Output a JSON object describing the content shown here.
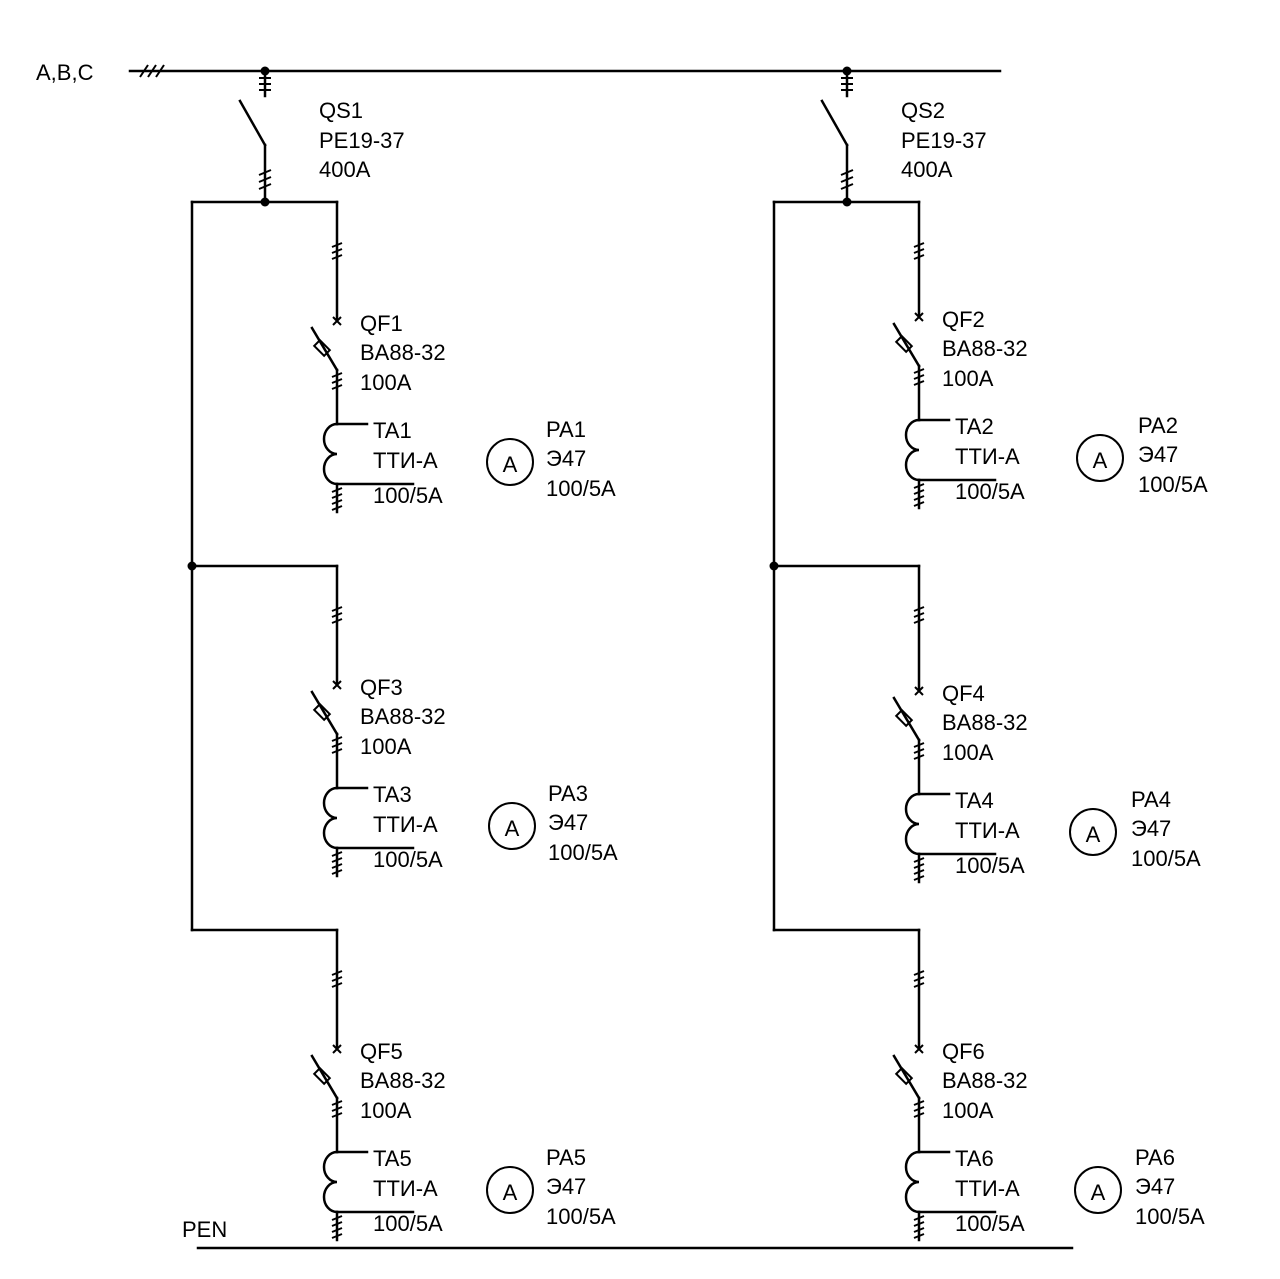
{
  "supply": {
    "label": "A,B,C"
  },
  "pen": {
    "label": "PEN"
  },
  "switches": [
    {
      "id": "QS1",
      "type": "PE19-37",
      "rating": "400A"
    },
    {
      "id": "QS2",
      "type": "PE19-37",
      "rating": "400A"
    }
  ],
  "feeders": [
    {
      "breaker": {
        "id": "QF1",
        "type": "BA88-32",
        "rating": "100A"
      },
      "ct": {
        "id": "TA1",
        "type": "ТТИ-А",
        "ratio": "100/5A"
      },
      "meter": {
        "id": "PA1",
        "type": "Э47",
        "ratio": "100/5A",
        "symbol": "A"
      }
    },
    {
      "breaker": {
        "id": "QF2",
        "type": "BA88-32",
        "rating": "100A"
      },
      "ct": {
        "id": "TA2",
        "type": "ТТИ-А",
        "ratio": "100/5A"
      },
      "meter": {
        "id": "PA2",
        "type": "Э47",
        "ratio": "100/5A",
        "symbol": "A"
      }
    },
    {
      "breaker": {
        "id": "QF3",
        "type": "BA88-32",
        "rating": "100A"
      },
      "ct": {
        "id": "TA3",
        "type": "ТТИ-А",
        "ratio": "100/5A"
      },
      "meter": {
        "id": "PA3",
        "type": "Э47",
        "ratio": "100/5A",
        "symbol": "A"
      }
    },
    {
      "breaker": {
        "id": "QF4",
        "type": "BA88-32",
        "rating": "100A"
      },
      "ct": {
        "id": "TA4",
        "type": "ТТИ-А",
        "ratio": "100/5A"
      },
      "meter": {
        "id": "PA4",
        "type": "Э47",
        "ratio": "100/5A",
        "symbol": "A"
      }
    },
    {
      "breaker": {
        "id": "QF5",
        "type": "BA88-32",
        "rating": "100A"
      },
      "ct": {
        "id": "TA5",
        "type": "ТТИ-А",
        "ratio": "100/5A"
      },
      "meter": {
        "id": "PA5",
        "type": "Э47",
        "ratio": "100/5A",
        "symbol": "A"
      }
    },
    {
      "breaker": {
        "id": "QF6",
        "type": "BA88-32",
        "rating": "100A"
      },
      "ct": {
        "id": "TA6",
        "type": "ТТИ-А",
        "ratio": "100/5A"
      },
      "meter": {
        "id": "PA6",
        "type": "Э47",
        "ratio": "100/5A",
        "symbol": "A"
      }
    }
  ]
}
